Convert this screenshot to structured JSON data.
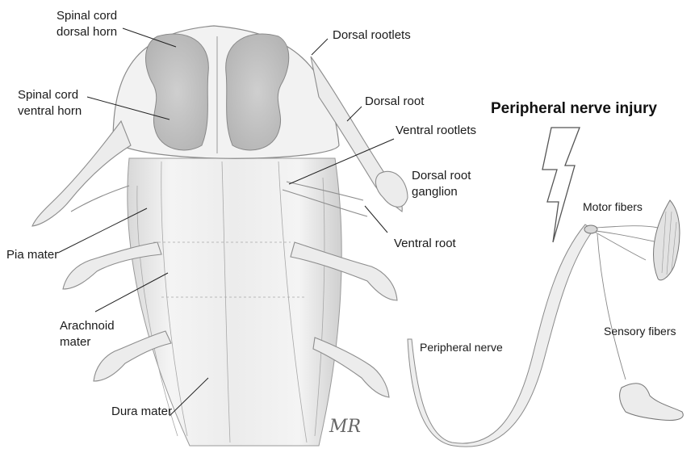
{
  "labels": {
    "dorsal_horn": [
      "Spinal cord",
      "dorsal horn"
    ],
    "ventral_horn": [
      "Spinal cord",
      "ventral horn"
    ],
    "dorsal_rootlets": "Dorsal rootlets",
    "dorsal_root": "Dorsal root",
    "ventral_rootlets": "Ventral rootlets",
    "drg": [
      "Dorsal root",
      "ganglion"
    ],
    "ventral_root": "Ventral root",
    "pia_mater": "Pia mater",
    "arachnoid_mater": [
      "Arachnoid",
      "mater"
    ],
    "dura_mater": "Dura mater",
    "peripheral_nerve": "Peripheral nerve",
    "motor_fibers": "Motor fibers",
    "sensory_fibers": "Sensory fibers"
  },
  "title": "Peripheral nerve injury",
  "signature": "MR"
}
